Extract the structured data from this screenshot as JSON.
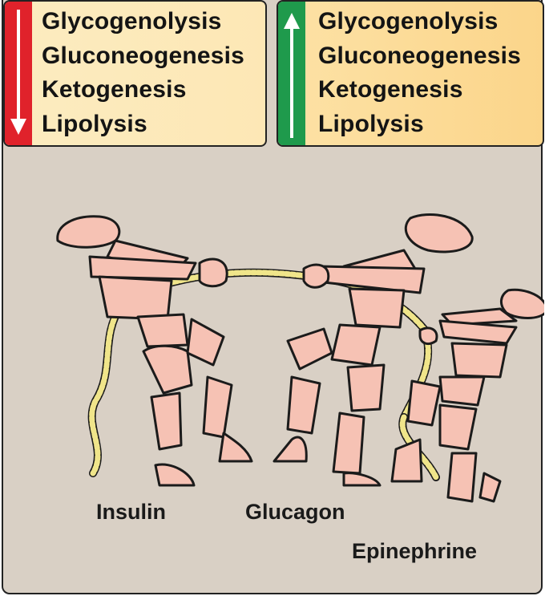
{
  "decrease_box": {
    "direction": "decrease",
    "arrow_color": "#e0222b",
    "terms": [
      "Glycogenolysis",
      "Gluconeogenesis",
      "Ketogenesis",
      "Lipolysis"
    ]
  },
  "increase_box": {
    "direction": "increase",
    "arrow_color": "#1f9a4c",
    "terms": [
      "Glycogenolysis",
      "Gluconeogenesis",
      "Ketogenesis",
      "Lipolysis"
    ]
  },
  "figures": {
    "left_label": "Insulin",
    "middle_label": "Glucagon",
    "right_label": "Epinephrine",
    "skin_color": "#f6c2b4",
    "rope_color": "#f0e58a"
  }
}
